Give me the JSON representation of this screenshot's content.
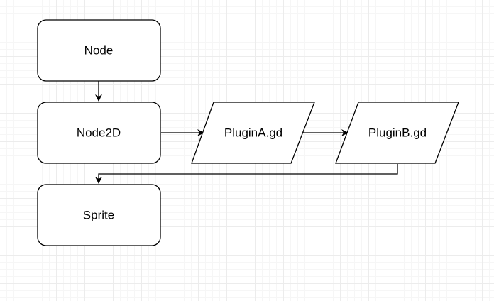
{
  "diagram": {
    "nodes": [
      {
        "id": "node",
        "label": "Node",
        "shape": "rounded-rect"
      },
      {
        "id": "node2d",
        "label": "Node2D",
        "shape": "rounded-rect"
      },
      {
        "id": "sprite",
        "label": "Sprite",
        "shape": "rounded-rect"
      },
      {
        "id": "plugin_a",
        "label": "PluginA.gd",
        "shape": "parallelogram"
      },
      {
        "id": "plugin_b",
        "label": "PluginB.gd",
        "shape": "parallelogram"
      }
    ],
    "edges": [
      {
        "from": "node",
        "to": "node2d"
      },
      {
        "from": "node2d",
        "to": "plugin_a"
      },
      {
        "from": "plugin_a",
        "to": "plugin_b"
      },
      {
        "from": "plugin_b",
        "to": "sprite"
      }
    ],
    "colors": {
      "stroke": "#000000",
      "fill": "#ffffff",
      "grid_major": "#ececec",
      "grid_minor": "#f6f6f6"
    }
  }
}
